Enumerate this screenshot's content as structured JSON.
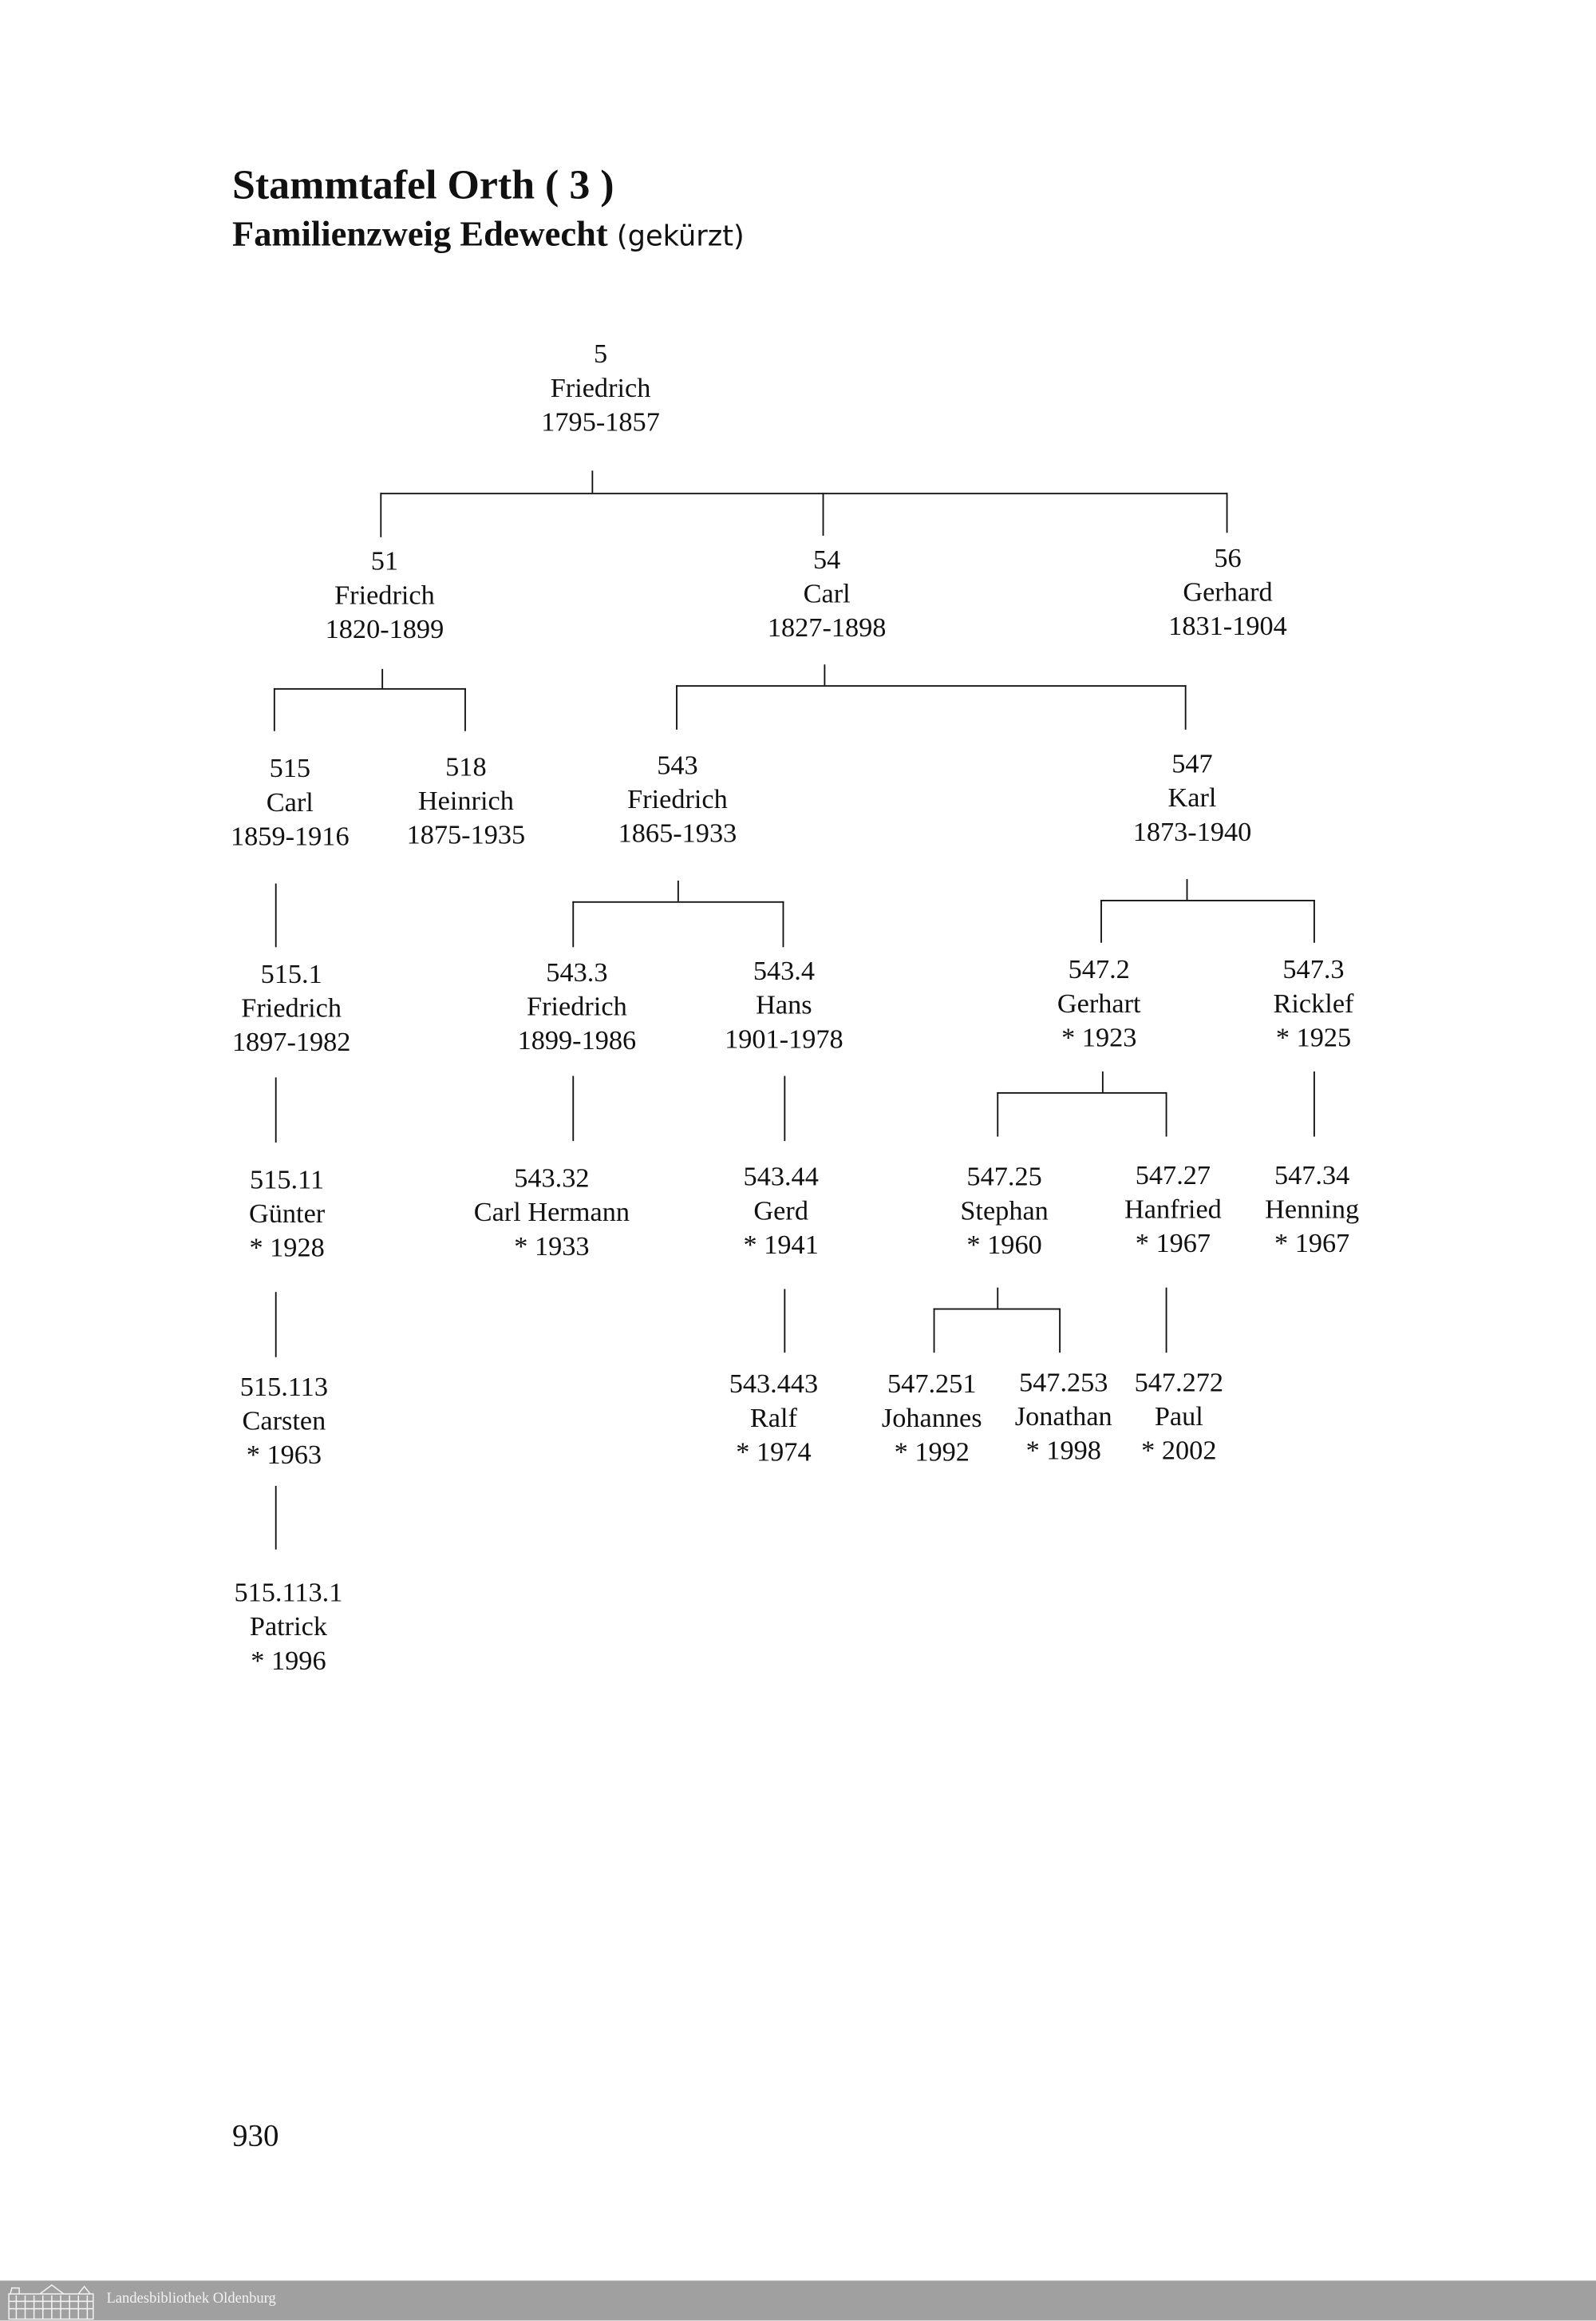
{
  "header": {
    "title": "Stammtafel Orth  ( 3 )",
    "subtitle": "Familienzweig  Edewecht",
    "subtitle_note": "(gekürzt)"
  },
  "tree": {
    "nodes": [
      {
        "id": "5",
        "name": "Friedrich",
        "dates": "1795-1857"
      },
      {
        "id": "51",
        "name": "Friedrich",
        "dates": "1820-1899"
      },
      {
        "id": "54",
        "name": "Carl",
        "dates": "1827-1898"
      },
      {
        "id": "56",
        "name": "Gerhard",
        "dates": "1831-1904"
      },
      {
        "id": "515",
        "name": "Carl",
        "dates": "1859-1916"
      },
      {
        "id": "518",
        "name": "Heinrich",
        "dates": "1875-1935"
      },
      {
        "id": "543",
        "name": "Friedrich",
        "dates": "1865-1933"
      },
      {
        "id": "547",
        "name": "Karl",
        "dates": "1873-1940"
      },
      {
        "id": "515.1",
        "name": "Friedrich",
        "dates": "1897-1982"
      },
      {
        "id": "543.3",
        "name": "Friedrich",
        "dates": "1899-1986"
      },
      {
        "id": "543.4",
        "name": "Hans",
        "dates": "1901-1978"
      },
      {
        "id": "547.2",
        "name": "Gerhart",
        "dates": "* 1923"
      },
      {
        "id": "547.3",
        "name": "Ricklef",
        "dates": "* 1925"
      },
      {
        "id": "515.11",
        "name": "Günter",
        "dates": "* 1928"
      },
      {
        "id": "543.32",
        "name": "Carl Hermann",
        "dates": "* 1933"
      },
      {
        "id": "543.44",
        "name": "Gerd",
        "dates": "* 1941"
      },
      {
        "id": "547.25",
        "name": "Stephan",
        "dates": "* 1960"
      },
      {
        "id": "547.27",
        "name": "Hanfried",
        "dates": "* 1967"
      },
      {
        "id": "547.34",
        "name": "Henning",
        "dates": "* 1967"
      },
      {
        "id": "515.113",
        "name": "Carsten",
        "dates": "* 1963"
      },
      {
        "id": "543.443",
        "name": "Ralf",
        "dates": "* 1974"
      },
      {
        "id": "547.251",
        "name": "Johannes",
        "dates": "* 1992"
      },
      {
        "id": "547.253",
        "name": "Jonathan",
        "dates": "* 1998"
      },
      {
        "id": "547.272",
        "name": "Paul",
        "dates": "* 2002"
      },
      {
        "id": "515.113.1",
        "name": "Patrick",
        "dates": "* 1996"
      }
    ]
  },
  "footer": {
    "page_number": "930",
    "library": "Landesbibliothek Oldenburg"
  }
}
